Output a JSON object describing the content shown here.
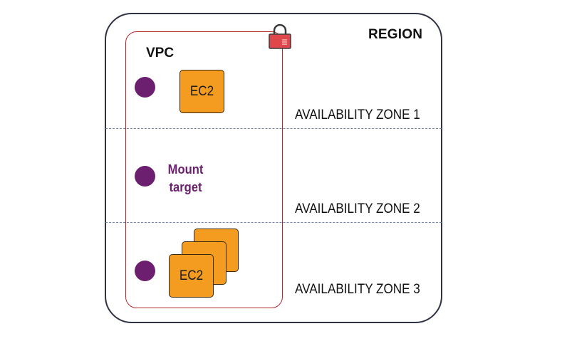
{
  "region": {
    "label": "REGION"
  },
  "vpc": {
    "label": "VPC"
  },
  "zones": [
    {
      "label": "AVAILABILITY ZONE 1"
    },
    {
      "label": "AVAILABILITY ZONE 2"
    },
    {
      "label": "AVAILABILITY ZONE 3"
    }
  ],
  "instances": {
    "zone1": "EC2",
    "zone3": "EC2"
  },
  "mount_target": {
    "line1": "Mount",
    "line2": "target"
  },
  "colors": {
    "region_border": "#2d3142",
    "vpc_border": "#b3262b",
    "ec2_fill": "#f39c1f",
    "mount_target": "#6b1f6e",
    "zone_divider": "#7585a8",
    "lock": "#e0474c"
  },
  "icons": [
    "lock-icon"
  ]
}
